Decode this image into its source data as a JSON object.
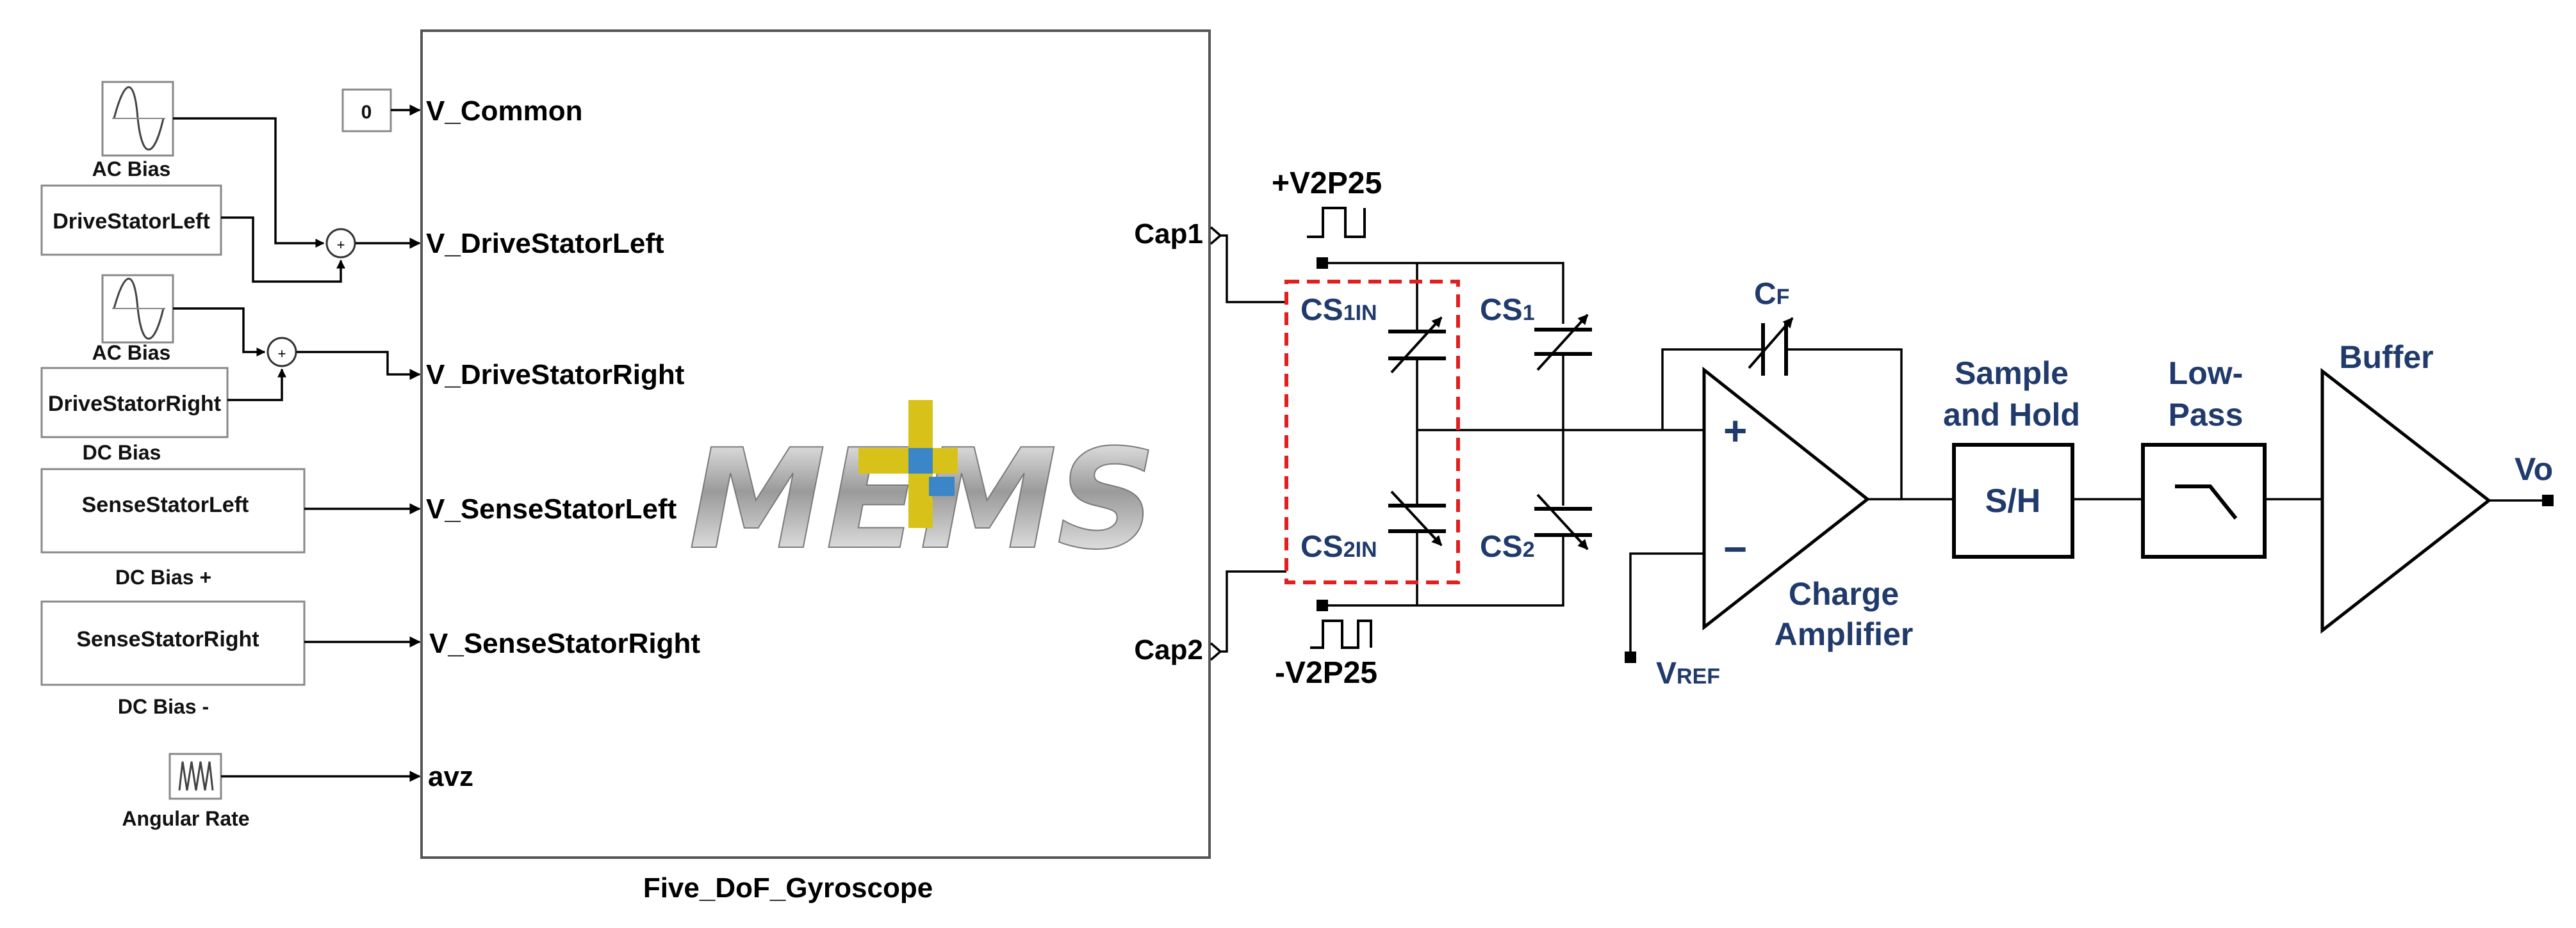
{
  "simulink": {
    "sources": {
      "ac_bias_1": "AC Bias",
      "ac_bias_2": "AC Bias",
      "drive_stator_left": "DriveStatorLeft",
      "drive_stator_right": "DriveStatorRight",
      "dc_bias": "DC Bias",
      "sense_stator_left": "SenseStatorLeft",
      "dc_bias_plus": "DC Bias +",
      "sense_stator_right": "SenseStatorRight",
      "dc_bias_minus": "DC Bias -",
      "angular_rate": "Angular Rate",
      "constant_value": "0"
    },
    "subsystem": {
      "name": "Five_DoF_Gyroscope",
      "logo_text": "MEMS",
      "logo_plus_color": "#d8c21a",
      "logo_cross_color": "#3a86c8",
      "inputs": [
        "V_Common",
        "V_DriveStatorLeft",
        "V_DriveStatorRight",
        "V_SenseStatorLeft",
        "V_SenseStatorRight",
        "avz"
      ],
      "outputs": [
        "Cap1",
        "Cap2"
      ]
    }
  },
  "circuit": {
    "v_plus": "+V2P25",
    "v_minus": "-V2P25",
    "cs1in": {
      "main": "CS",
      "sub": "1IN"
    },
    "cs2in": {
      "main": "CS",
      "sub": "2IN"
    },
    "cs1": {
      "main": "CS",
      "sub": "1"
    },
    "cs2": {
      "main": "CS",
      "sub": "2"
    },
    "cf": {
      "main": "C",
      "sub": "F"
    },
    "vref": {
      "main": "V",
      "sub": "REF"
    },
    "opamp_plus": "+",
    "opamp_minus": "−",
    "charge_amp": [
      "Charge",
      "Amplifier"
    ],
    "sample_hold_title": [
      "Sample",
      "and Hold"
    ],
    "sh_label": "S/H",
    "lowpass_title": [
      "Low-",
      "Pass"
    ],
    "buffer_title": "Buffer",
    "vo": "Vo",
    "accent_blue": "#1f3a6b",
    "dashed_red": "#e02020"
  }
}
